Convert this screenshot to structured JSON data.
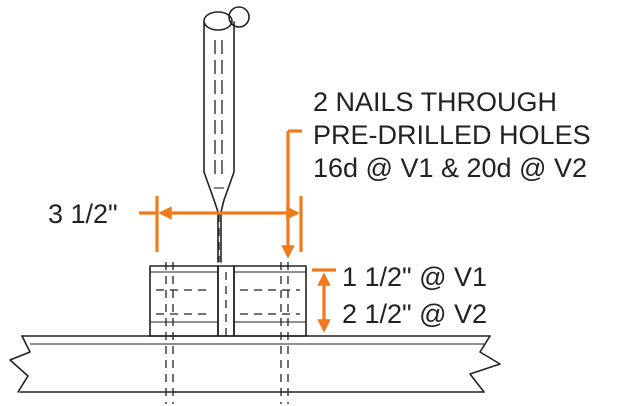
{
  "note": {
    "line1": "2 NAILS THROUGH",
    "line2": "PRE-DRILLED HOLES",
    "line3": "16d @ V1 & 20d @ V2"
  },
  "width_dim": {
    "label": "3 1/2\""
  },
  "depth_dim": {
    "line1": "1 1/2\" @ V1",
    "line2": "2 1/2\" @ V2"
  },
  "colors": {
    "accent": "#f07a1a",
    "ink": "#222222"
  }
}
